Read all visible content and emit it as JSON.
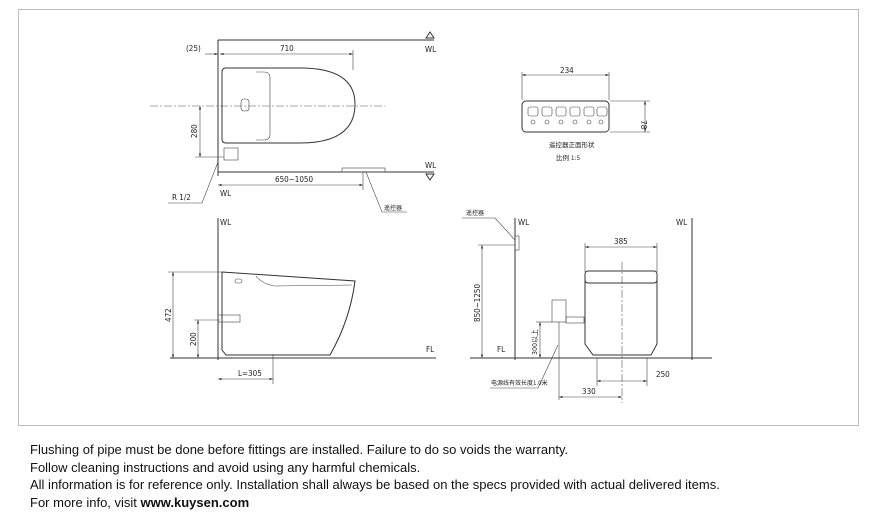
{
  "drawing": {
    "top_view": {
      "dim_offset": "(25)",
      "dim_length": "710",
      "dim_center": "280",
      "dim_range": "650~1050",
      "wl_top": "WL",
      "wl_bottom": "WL",
      "wl_side": "WL",
      "pipe": "R 1/2",
      "remote_label": "遥控器"
    },
    "remote": {
      "width": "234",
      "height": "78",
      "title": "遥控器正面形状",
      "scale": "比例 1:5"
    },
    "side_view": {
      "wl": "WL",
      "height": "472",
      "inlet_height": "200",
      "length": "L=305",
      "fl": "FL"
    },
    "front_view": {
      "remote_label": "遥控器",
      "wl_left": "WL",
      "wl_right": "WL",
      "width": "385",
      "remote_height": "850~1250",
      "outlet_height": "300以上",
      "fl": "FL",
      "cord": "电源线有效长度1.0米",
      "dim_250": "250",
      "dim_330": "330"
    }
  },
  "notes": {
    "line1": "Flushing of pipe must be done before fittings are installed. Failure to do so voids the warranty.",
    "line2": "Follow cleaning instructions and avoid using any harmful chemicals.",
    "line3": "All information is for reference only. Installation shall always be based on the specs provided with actual delivered items.",
    "line4_prefix": "For more info, visit ",
    "line4_link": "www.kuysen.com"
  }
}
